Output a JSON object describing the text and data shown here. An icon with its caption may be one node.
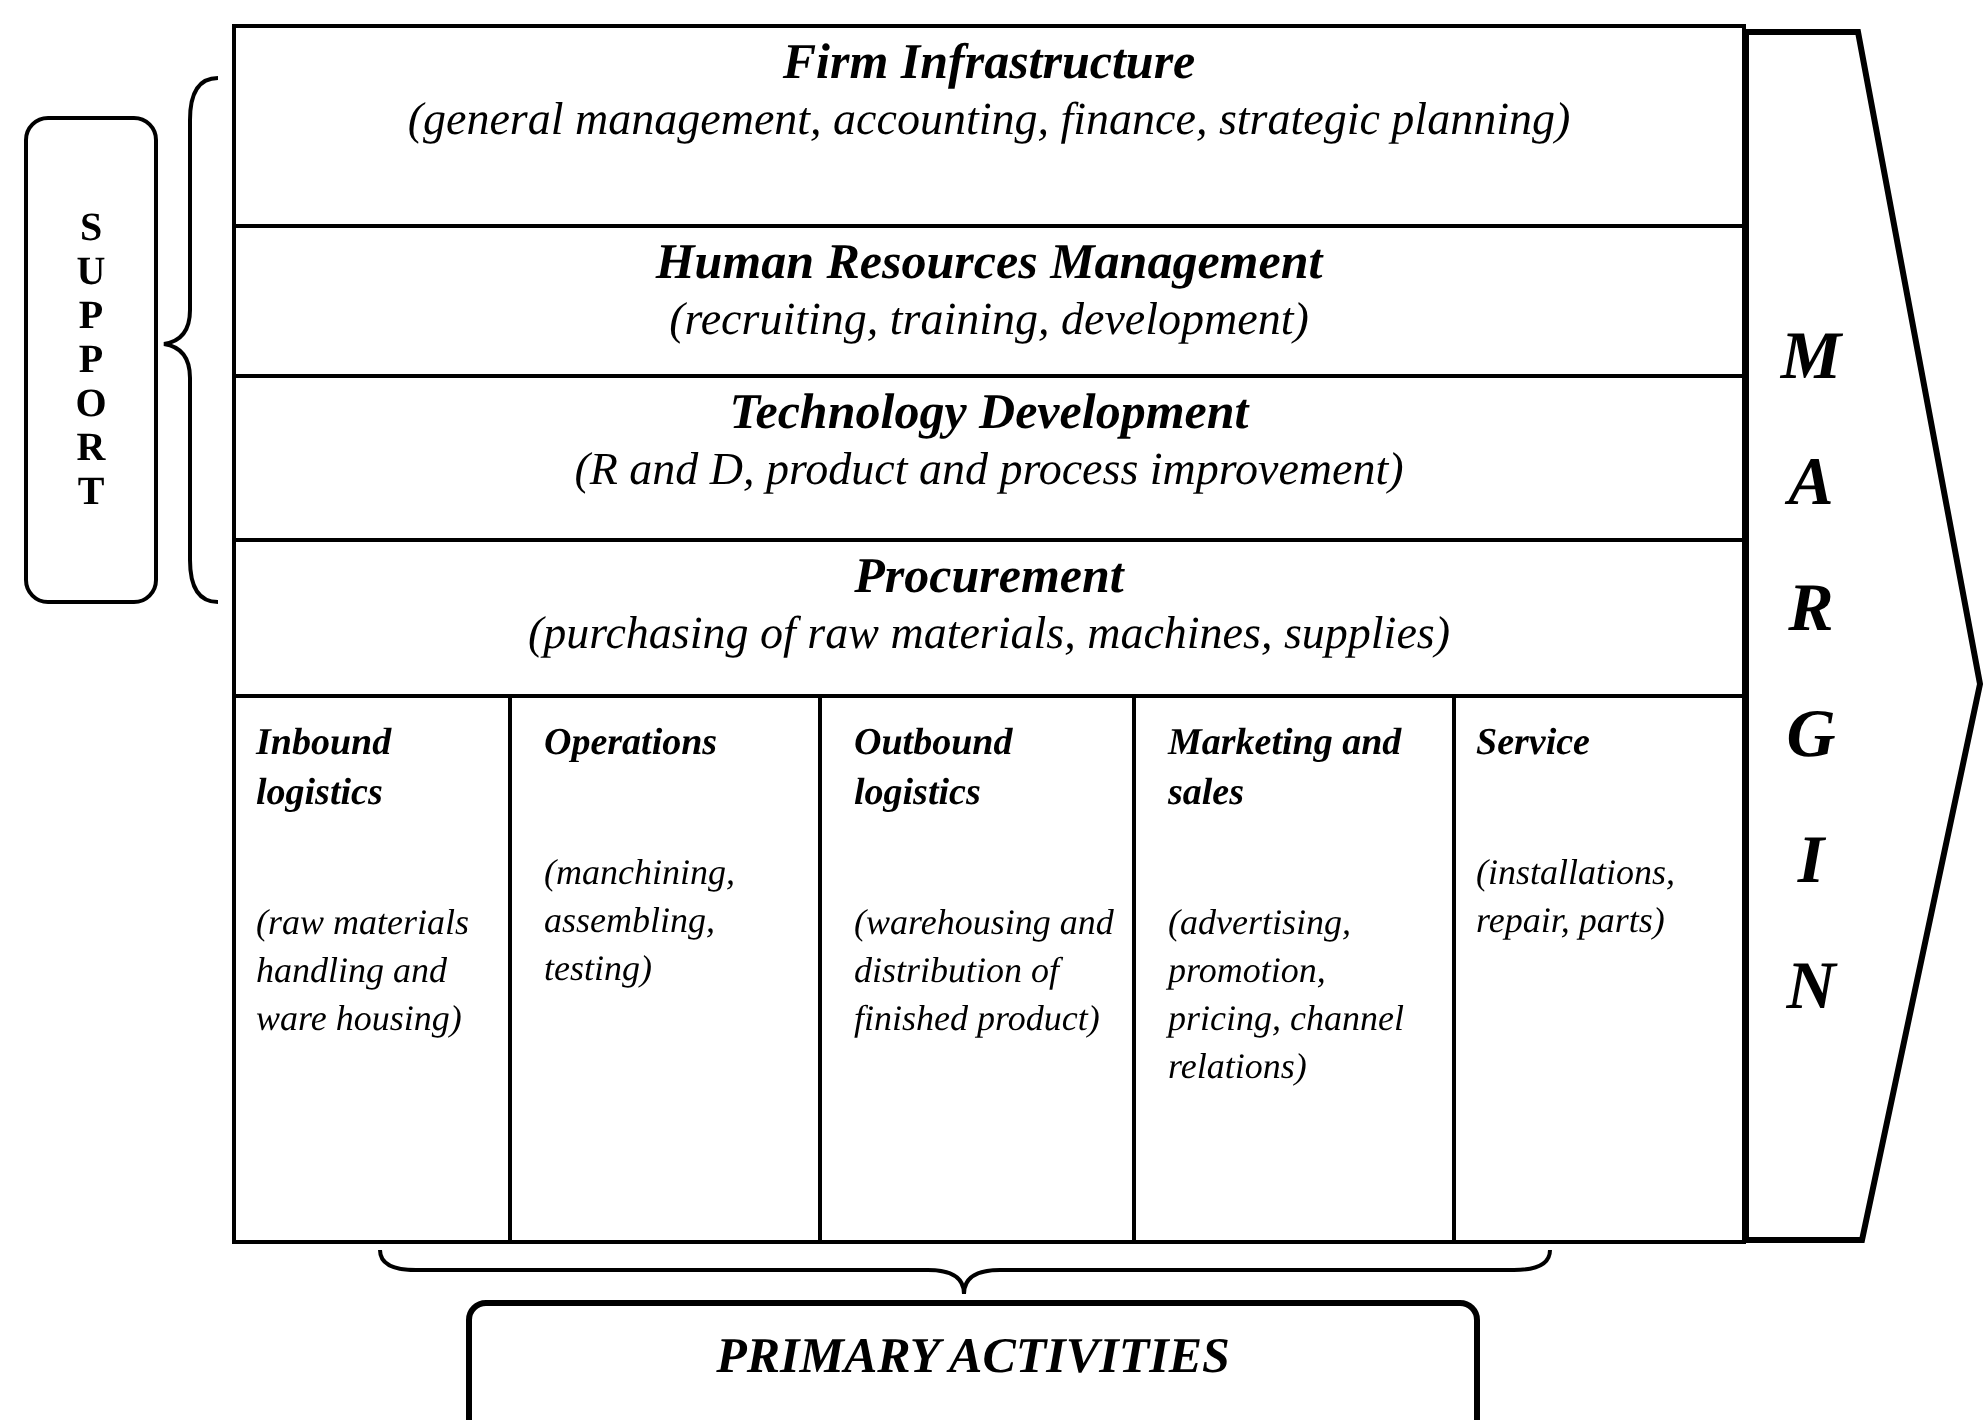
{
  "diagram": {
    "nodes": [
      {
        "text": [
          "SUPPORT"
        ]
      },
      {
        "text": [
          "Firm Infrastructure",
          "(general management, accounting, finance, strategic planning)"
        ]
      },
      {
        "text": [
          "Human Resources Management",
          "(recruiting, training, development)"
        ]
      },
      {
        "text": [
          "Technology Development",
          "(R and D, product and process improvement)"
        ]
      },
      {
        "text": [
          "Procurement",
          "(purchasing of raw materials, machines, supplies)"
        ]
      },
      {
        "text": [
          "Inbound logistics",
          "(raw materials handling and ware housing)"
        ]
      },
      {
        "text": [
          "Operations",
          "(manchining, assembling, testing)"
        ]
      },
      {
        "text": [
          "Outbound logistics",
          "(warehousing and distribution of finished product)"
        ]
      },
      {
        "text": [
          "Marketing and sales",
          "(advertising, promotion, pricing, channel relations)"
        ]
      },
      {
        "text": [
          "Service",
          "(installations, repair, parts)"
        ]
      },
      {
        "text": [
          "MARGIN"
        ]
      },
      {
        "text": [
          "PRIMARY ACTIVITIES"
        ]
      }
    ]
  }
}
